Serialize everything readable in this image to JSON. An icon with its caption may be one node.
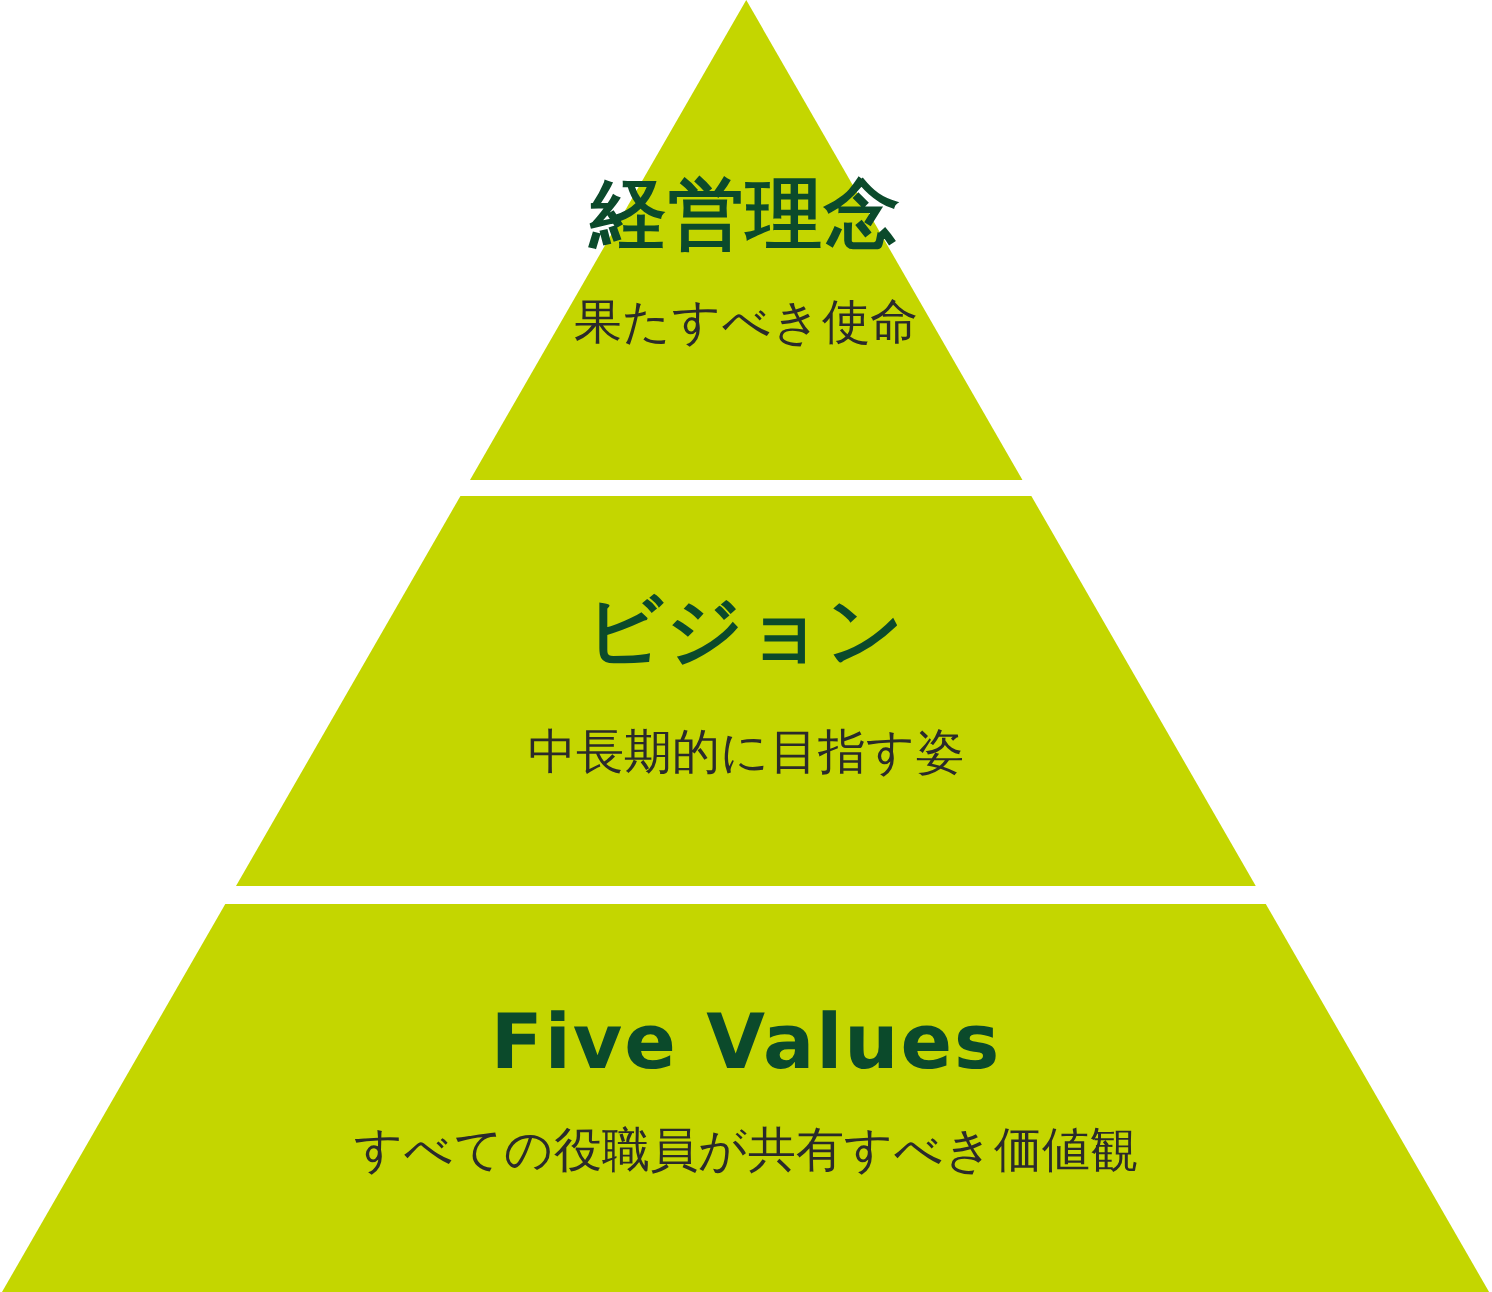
{
  "diagram": {
    "nodes": [
      {
        "text": [
          "経営理念",
          "果たすべき使命"
        ]
      },
      {
        "text": [
          "ビジョン",
          "中長期的に目指す姿"
        ]
      },
      {
        "text": [
          "Five Values",
          "すべての役職員が共有すべき価値観"
        ]
      }
    ]
  }
}
